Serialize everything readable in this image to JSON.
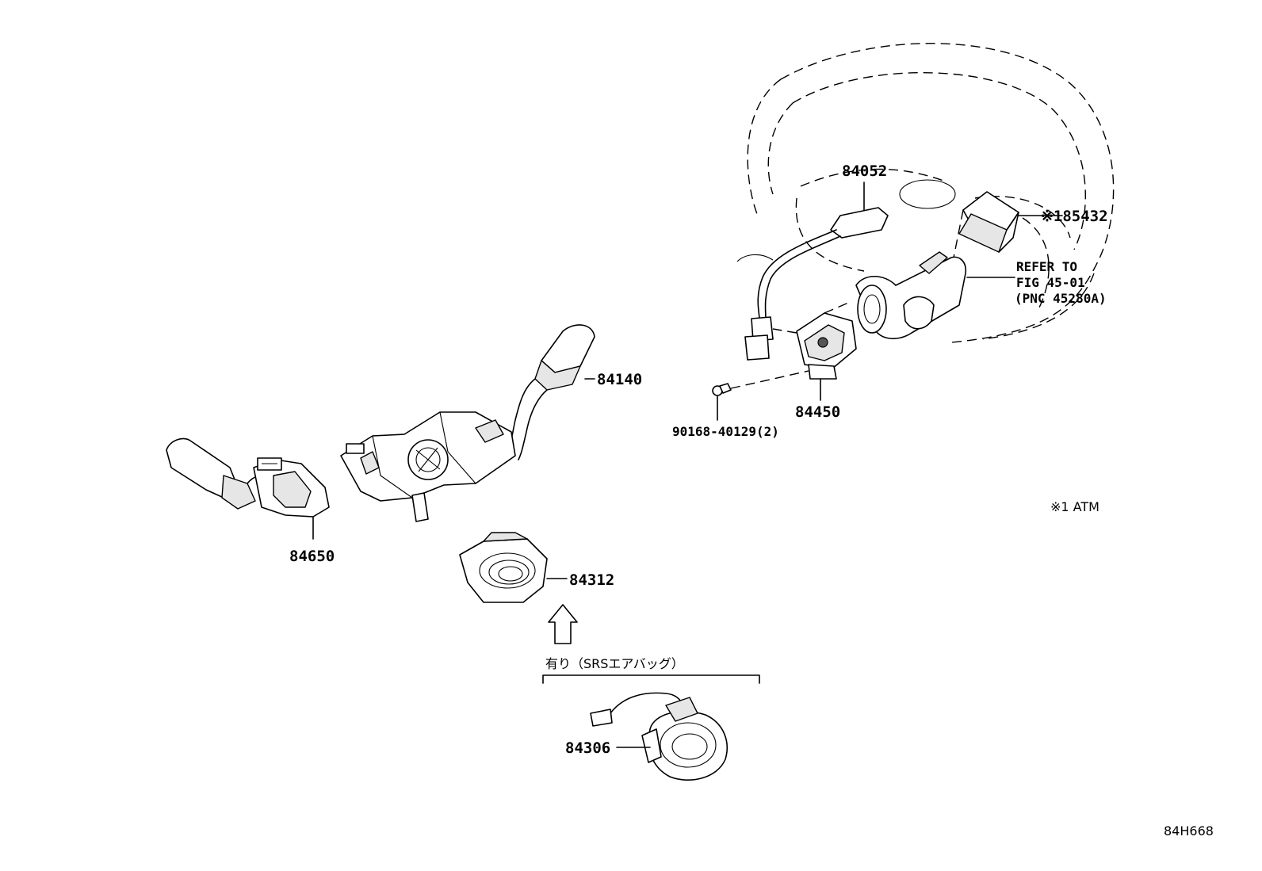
{
  "figure_code": "84H668",
  "note": "※1 ATM",
  "optional_group_label": "有り（SRSエアバッグ）",
  "refer": {
    "line1": "REFER TO",
    "line2": "FIG 45-01",
    "line3": "(PNC 45280A)"
  },
  "parts": [
    {
      "id": "p84052",
      "number": "84052"
    },
    {
      "id": "p85432",
      "number": "※185432"
    },
    {
      "id": "p84140",
      "number": "84140"
    },
    {
      "id": "p84450",
      "number": "84450"
    },
    {
      "id": "p90168",
      "number": "90168-40129(2)"
    },
    {
      "id": "p84650",
      "number": "84650"
    },
    {
      "id": "p84312",
      "number": "84312"
    },
    {
      "id": "p84306",
      "number": "84306"
    }
  ]
}
